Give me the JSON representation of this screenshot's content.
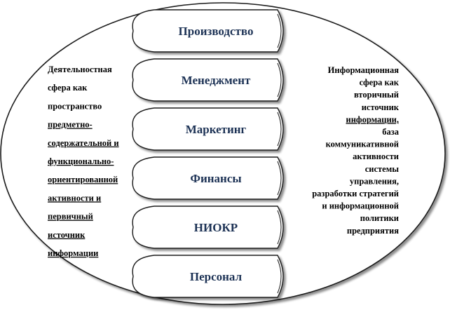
{
  "diagram": {
    "functions": [
      {
        "id": "production",
        "label": "Производство"
      },
      {
        "id": "management",
        "label": "Менеджмент"
      },
      {
        "id": "marketing",
        "label": "Маркетинг"
      },
      {
        "id": "finance",
        "label": "Финансы"
      },
      {
        "id": "rnd",
        "label": "НИОКР"
      },
      {
        "id": "personnel",
        "label": "Персонал"
      }
    ],
    "left_text": {
      "lines": [
        "Деятельностная",
        "сфера как",
        "пространство",
        "предметно-",
        "содержательной и",
        "функционально-",
        "ориентированной",
        "активности и",
        "первичный",
        "источник",
        "информации"
      ]
    },
    "right_text": {
      "lines": [
        "Информационная",
        "сфера как",
        "вторичный",
        "источник",
        "информации,",
        "база",
        "коммуникативной",
        "активности",
        "системы",
        "управления,",
        "разработки стратегий",
        "и информационной",
        "политики",
        "предприятия"
      ]
    }
  }
}
